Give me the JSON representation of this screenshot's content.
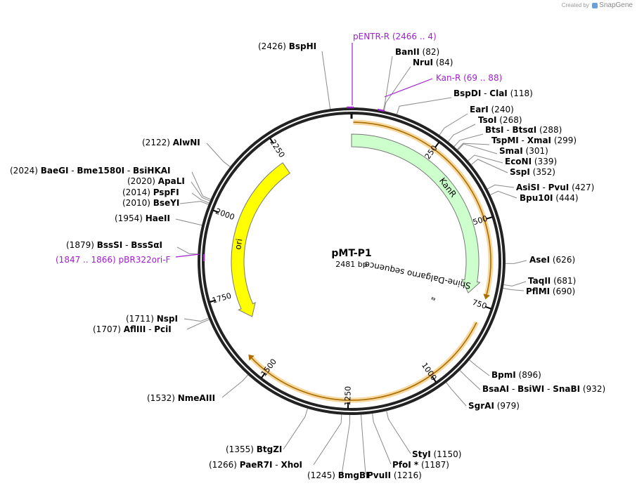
{
  "credit": {
    "prefix": "Created by",
    "brand": "SnapGene"
  },
  "plasmid": {
    "name": "pMT-P1",
    "length_label": "2481 bp",
    "length": 2481
  },
  "ticks": [
    250,
    500,
    750,
    1000,
    1250,
    1500,
    1750,
    2000,
    2250
  ],
  "features": [
    {
      "name": "KanR",
      "start": 0,
      "end": 725,
      "color": "#ccffcc",
      "stroke": "#777777"
    },
    {
      "name": "ori",
      "start": 1660,
      "end": 2240,
      "color": "#ffff00",
      "stroke": "#777777"
    },
    {
      "name": "Shine-Dalgarno sequence",
      "start": 785,
      "end": 790,
      "color": "#888888",
      "stroke": "#444444"
    }
  ],
  "orf_arcs": [
    {
      "start": 5,
      "end": 730
    },
    {
      "start": 800,
      "end": 1570
    }
  ],
  "primers": [
    {
      "name": "pENTR-R",
      "range": "(2466 .. 4)",
      "pos": 2479
    },
    {
      "name": "Kan-R",
      "range": "(69 .. 88)",
      "pos": 78
    },
    {
      "name": "pBR322ori-F",
      "range": "(1847 .. 1866)",
      "pos": 1856
    }
  ],
  "sites": [
    {
      "pos": "(2426)",
      "names": [
        "BspHI"
      ],
      "site": 2426
    },
    {
      "pos": "(82)",
      "names": [
        "BanII"
      ],
      "site": 82
    },
    {
      "pos": "(84)",
      "names": [
        "NruI"
      ],
      "site": 84
    },
    {
      "pos": "(118)",
      "names": [
        "BspDI",
        "ClaI"
      ],
      "site": 118
    },
    {
      "pos": "(240)",
      "names": [
        "EarI"
      ],
      "site": 240
    },
    {
      "pos": "(268)",
      "names": [
        "TsoI"
      ],
      "site": 268
    },
    {
      "pos": "(288)",
      "names": [
        "BtsI",
        "BtsαI"
      ],
      "site": 288
    },
    {
      "pos": "(299)",
      "names": [
        "TspMI",
        "XmaI"
      ],
      "site": 299
    },
    {
      "pos": "(301)",
      "names": [
        "SmaI"
      ],
      "site": 301
    },
    {
      "pos": "(339)",
      "names": [
        "EcoNI"
      ],
      "site": 339
    },
    {
      "pos": "(352)",
      "names": [
        "SspI"
      ],
      "site": 352
    },
    {
      "pos": "(427)",
      "names": [
        "AsiSI",
        "PvuI"
      ],
      "site": 427
    },
    {
      "pos": "(444)",
      "names": [
        "Bpu10I"
      ],
      "site": 444
    },
    {
      "pos": "(626)",
      "names": [
        "AseI"
      ],
      "site": 626
    },
    {
      "pos": "(681)",
      "names": [
        "TaqII"
      ],
      "site": 681
    },
    {
      "pos": "(690)",
      "names": [
        "PflMI"
      ],
      "site": 690
    },
    {
      "pos": "(896)",
      "names": [
        "BpmI"
      ],
      "site": 896
    },
    {
      "pos": "(932)",
      "names": [
        "BsaAI",
        "BsiWI",
        "SnaBI"
      ],
      "site": 932
    },
    {
      "pos": "(979)",
      "names": [
        "SgrAI"
      ],
      "site": 979
    },
    {
      "pos": "(1150)",
      "names": [
        "StyI"
      ],
      "site": 1150
    },
    {
      "pos": "(1187)",
      "names": [
        "PfoI *"
      ],
      "site": 1187
    },
    {
      "pos": "(1216)",
      "names": [
        "PvuII"
      ],
      "site": 1216
    },
    {
      "pos": "(1245)",
      "names": [
        "BmgBI"
      ],
      "site": 1245
    },
    {
      "pos": "(1266)",
      "names": [
        "PaeR7I",
        "XhoI"
      ],
      "site": 1266
    },
    {
      "pos": "(1355)",
      "names": [
        "BtgZI"
      ],
      "site": 1355
    },
    {
      "pos": "(1532)",
      "names": [
        "NmeAIII"
      ],
      "site": 1532
    },
    {
      "pos": "(1707)",
      "names": [
        "AflIII",
        "PciI"
      ],
      "site": 1707
    },
    {
      "pos": "(1711)",
      "names": [
        "NspI"
      ],
      "site": 1711
    },
    {
      "pos": "(1879)",
      "names": [
        "BssSI",
        "BssSαI"
      ],
      "site": 1879
    },
    {
      "pos": "(1954)",
      "names": [
        "HaeII"
      ],
      "site": 1954
    },
    {
      "pos": "(2010)",
      "names": [
        "BseYI"
      ],
      "site": 2010
    },
    {
      "pos": "(2014)",
      "names": [
        "PspFI"
      ],
      "site": 2014
    },
    {
      "pos": "(2020)",
      "names": [
        "ApaLI"
      ],
      "site": 2020
    },
    {
      "pos": "(2024)",
      "names": [
        "BaeGI",
        "Bme1580I",
        "BsiHKAI"
      ],
      "site": 2024
    },
    {
      "pos": "(2122)",
      "names": [
        "AlwNI"
      ],
      "site": 2122
    }
  ]
}
